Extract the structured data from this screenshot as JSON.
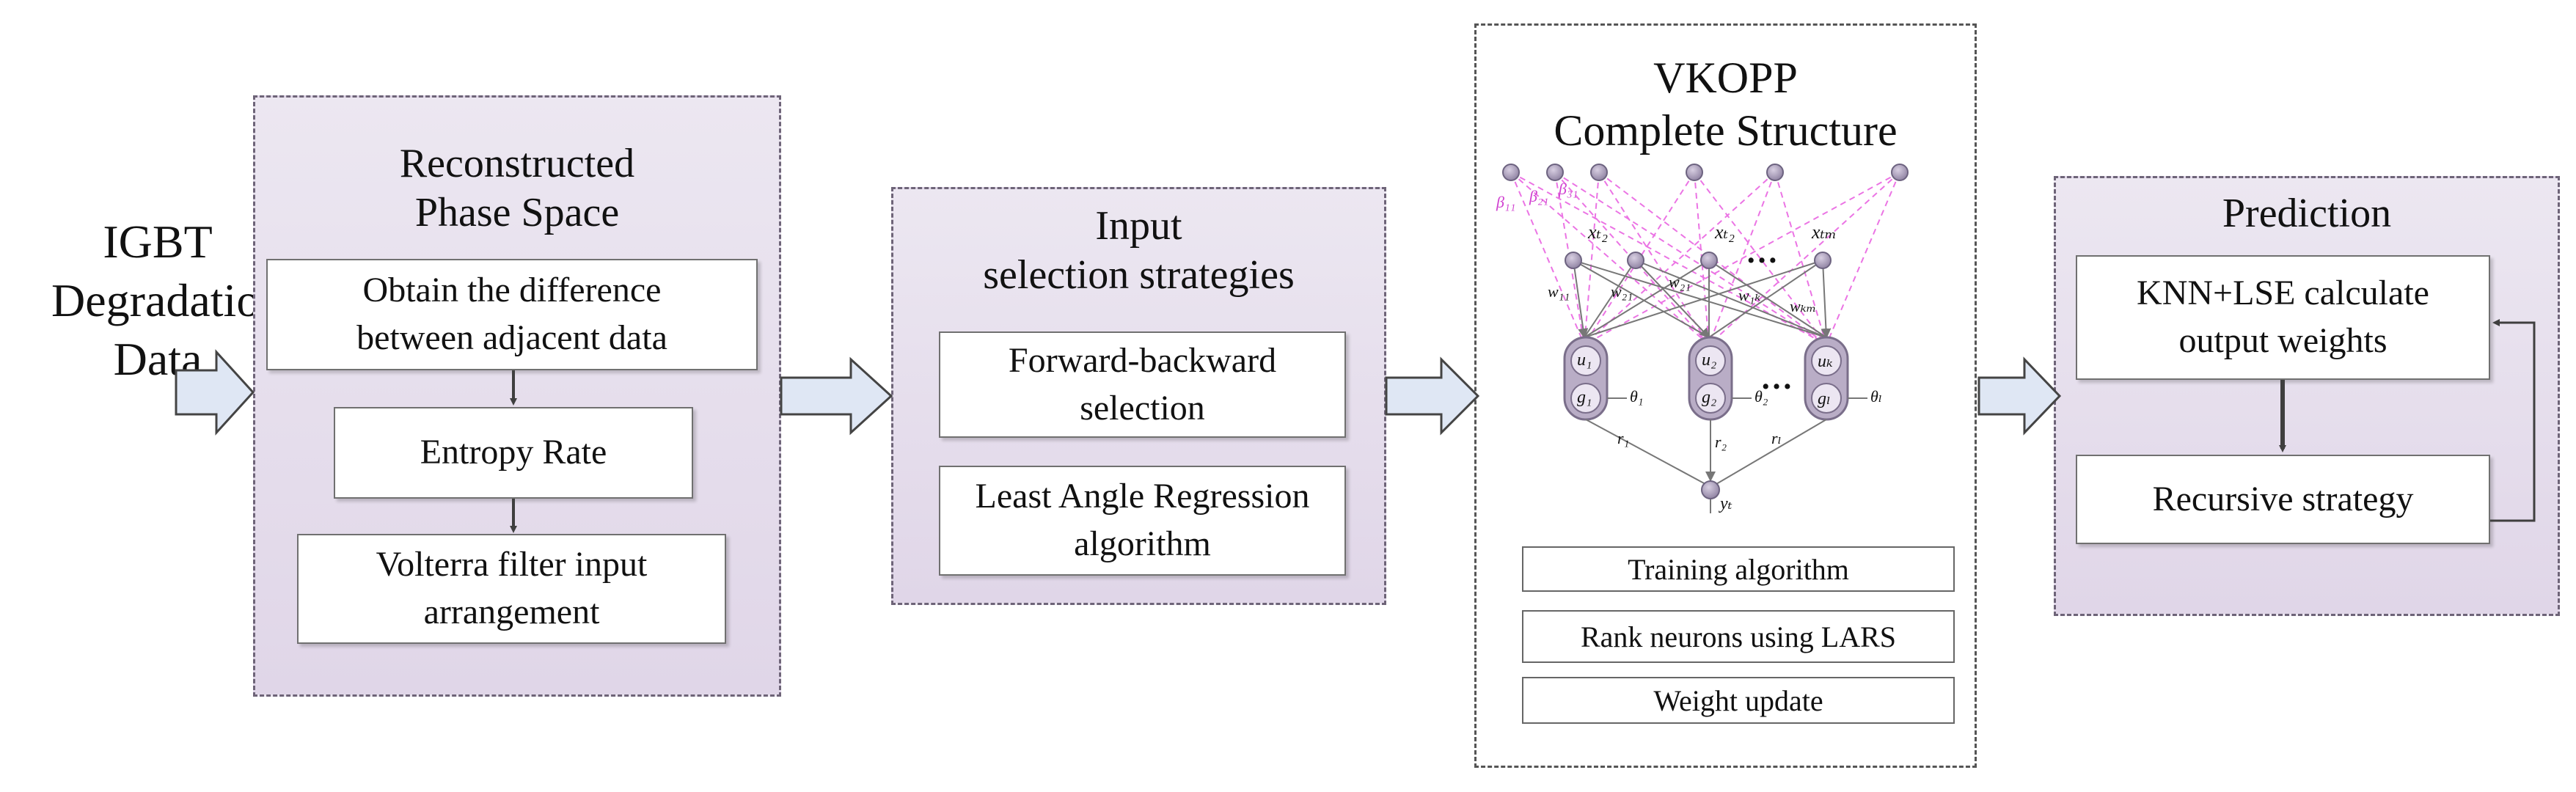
{
  "input": {
    "label": "IGBT\nDegradation\nData"
  },
  "phase_space": {
    "title": "Reconstructed\nPhase Space",
    "steps": [
      "Obtain the difference\nbetween adjacent data",
      "Entropy Rate",
      "Volterra filter input\narrangement"
    ]
  },
  "input_selection": {
    "title": "Input\nselection strategies",
    "steps": [
      "Forward-backward\nselection",
      "Least Angle Regression\nalgorithm"
    ]
  },
  "vkopp": {
    "title": "VKOPP\nComplete Structure",
    "network_labels": {
      "beta_11": "β₁₁",
      "beta_21": "β₂₁",
      "beta_31": "β₃₁",
      "x_t2": "xₜ₂",
      "x_tm": "xₜₘ",
      "w_11": "w₁₁",
      "w_21": "w₂₁",
      "w_1k": "w₁ₖ",
      "w_km": "wₖₘ",
      "u_1": "u₁",
      "u_2": "u₂",
      "u_k": "uₖ",
      "g_1": "g₁",
      "g_2": "g₂",
      "g_l": "gₗ",
      "theta_1": "θ₁",
      "theta_2": "θ₂",
      "theta_l": "θₗ",
      "r_1": "r₁",
      "r_2": "r₂",
      "r_l": "rₗ",
      "y_t": "yₜ",
      "ellipsis": "…"
    },
    "steps": [
      "Training algorithm",
      "Rank neurons using LARS",
      "Weight update"
    ]
  },
  "prediction": {
    "title": "Prediction",
    "steps": [
      "KNN+LSE calculate\noutput weights",
      "Recursive strategy"
    ]
  },
  "colors": {
    "stage_fill": "#e4dbeb",
    "arrow_fill": "#dfe7f4",
    "neuron_fill": "#b9adc6",
    "beta_lines": "#e85ce0",
    "dark_arrow": "#3f3f3f"
  }
}
